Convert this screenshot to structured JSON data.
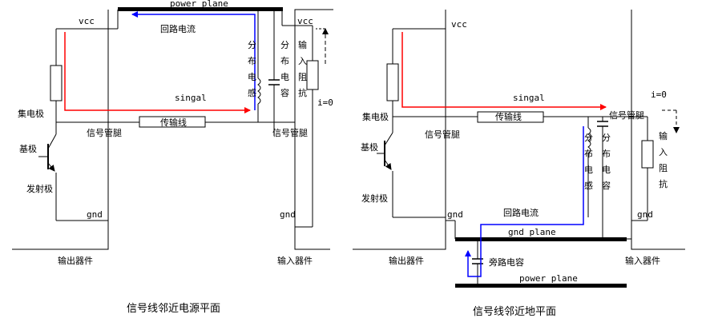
{
  "colors": {
    "line": "#000000",
    "signal": "#ff0000",
    "return": "#0000ff"
  },
  "left": {
    "caption": "信号线邻近电源平面",
    "power_plane": "power plane",
    "return_current": "回路电流",
    "vcc_left": "vcc",
    "vcc_right": "vcc",
    "collector": "集电极",
    "base": "基极",
    "emitter": "发射极",
    "gnd_left": "gnd",
    "gnd_right": "gnd",
    "signal": "singal",
    "pin_out": "信号管腿",
    "pin_in": "信号管腿",
    "line": "传输线",
    "inductor_vertical": "分布电感",
    "capacitor_vertical": "分布电容",
    "input_impedance_vertical": "输入阻抗",
    "current_zero": "i=0",
    "out_device": "输出器件",
    "in_device": "输入器件"
  },
  "right": {
    "caption": "信号线邻近地平面",
    "vcc": "vcc",
    "collector": "集电极",
    "base": "基极",
    "emitter": "发射极",
    "signal": "singal",
    "pin_out": "信号管腿",
    "pin_in": "信号管腿",
    "line": "传输线",
    "inductor_vertical": "分布电感",
    "capacitor_vertical": "分布电容",
    "input_impedance_vertical": "输入阻抗",
    "current_zero": "i=0",
    "return_current": "回路电流",
    "gnd_plane": "gnd plane",
    "bypass_cap": "旁路电容",
    "power_plane": "power plane",
    "gnd_left": "gnd",
    "gnd_right": "gnd",
    "out_device": "输出器件",
    "in_device": "输入器件"
  }
}
